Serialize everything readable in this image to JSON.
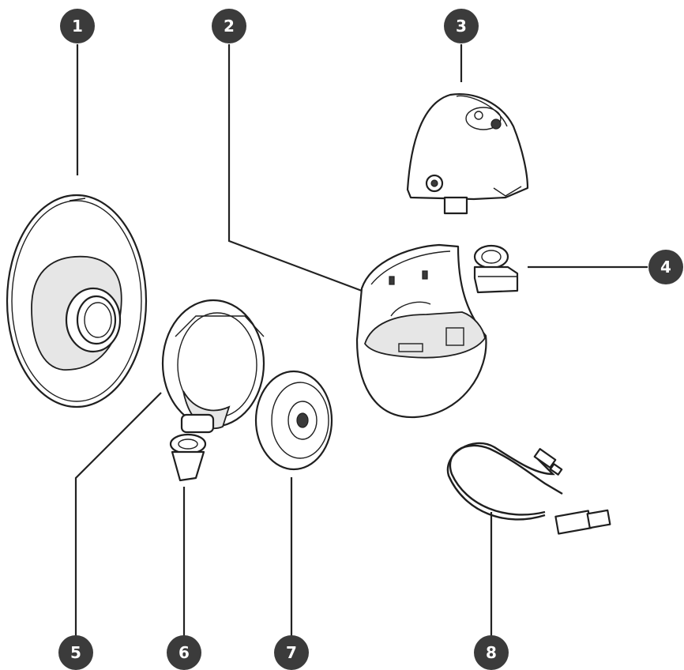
{
  "callouts": [
    {
      "number": "1"
    },
    {
      "number": "2"
    },
    {
      "number": "3"
    },
    {
      "number": "4"
    },
    {
      "number": "5"
    },
    {
      "number": "6"
    },
    {
      "number": "7"
    },
    {
      "number": "8"
    }
  ],
  "colors": {
    "badge": "#3b3b3b",
    "badge_text": "#ffffff",
    "line": "#222222"
  }
}
